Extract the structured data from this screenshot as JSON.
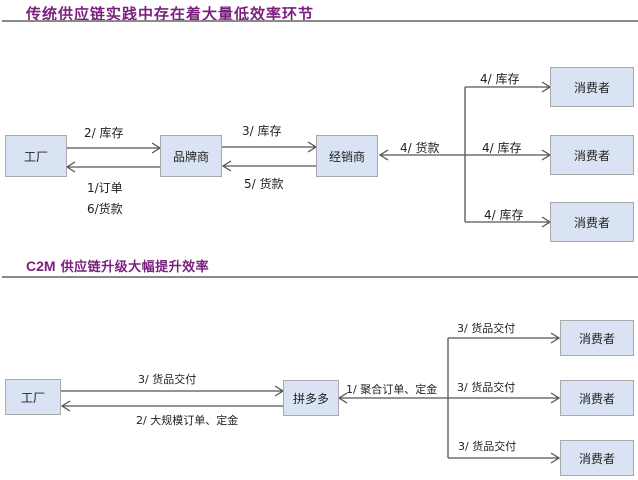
{
  "section1": {
    "title": "传统供应链实践中存在着大量低效率环节",
    "nodes": {
      "factory": "工厂",
      "brand": "品牌商",
      "distributor": "经销商",
      "consumer1": "消费者",
      "consumer2": "消费者",
      "consumer3": "消费者"
    },
    "edges": {
      "factory_to_brand": "2/ 库存",
      "brand_to_factory_1": "1/订单",
      "brand_to_factory_2": "6/货款",
      "brand_to_distributor": "3/ 库存",
      "distributor_to_brand": "5/ 货款",
      "consumers_to_distributor": "4/ 货款",
      "to_consumer1": "4/ 库存",
      "to_consumer2": "4/ 库存",
      "to_consumer3": "4/ 库存"
    }
  },
  "section2": {
    "title_en": "C2M",
    "title_cn": " 供应链升级大幅提升效率",
    "nodes": {
      "factory": "工厂",
      "platform": "拼多多",
      "consumer1": "消费者",
      "consumer2": "消费者",
      "consumer3": "消费者"
    },
    "edges": {
      "factory_to_platform": "3/ 货品交付",
      "platform_to_factory": "2/ 大规模订单、定金",
      "consumers_to_platform": "1/ 聚合订单、定金",
      "to_consumer1": "3/ 货品交付",
      "to_consumer2": "3/ 货品交付",
      "to_consumer3": "3/ 货品交付"
    }
  },
  "colors": {
    "title": "#7b1f7e",
    "box_fill": "#dae3f3",
    "box_border": "#a9a9a9",
    "line": "#555555"
  }
}
